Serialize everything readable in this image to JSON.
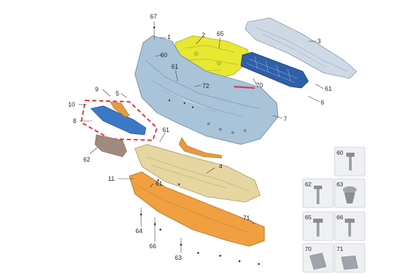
{
  "callouts": {
    "c67": "67",
    "c1": "1",
    "c60": "60",
    "c2": "2",
    "c65": "65",
    "c3": "3",
    "c61a": "61",
    "c72": "72",
    "c70": "70",
    "c61b": "61",
    "c6": "6",
    "c7": "7",
    "c9": "9",
    "c5": "5",
    "c10": "10",
    "c8": "8",
    "c61c": "61",
    "c62": "62",
    "c4": "4",
    "c11": "11",
    "c61d": "61",
    "c64": "64",
    "c66": "66",
    "c63": "63",
    "c71": "71"
  },
  "fastener_grid": {
    "f60": "60",
    "f62": "62",
    "f63": "63",
    "f65": "65",
    "f66": "66",
    "f70": "70",
    "f71": "71"
  },
  "colors": {
    "bumper": "#a9c3d8",
    "absorber": "#e8e832",
    "reinforcement": "#cfd9e6",
    "grille": "#2f5fa8",
    "strip": "#3b78c6",
    "splash_shield": "#e5d6a2",
    "spoiler": "#f0a040",
    "highlight_dash": "#e02020"
  }
}
